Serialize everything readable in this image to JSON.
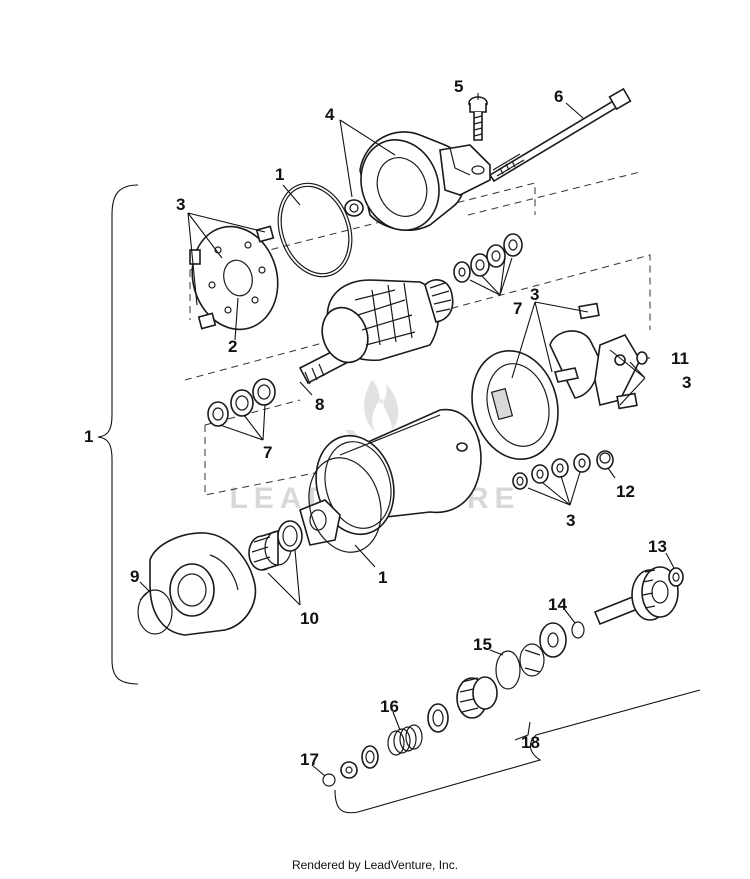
{
  "callouts": {
    "c1a": "1",
    "c1b": "1",
    "c1c": "1",
    "c2": "2",
    "c3a": "3",
    "c3b": "3",
    "c3c": "3",
    "c3d": "3",
    "c4": "4",
    "c5": "5",
    "c6": "6",
    "c7a": "7",
    "c7b": "7",
    "c8": "8",
    "c9": "9",
    "c10": "10",
    "c11": "11",
    "c12": "12",
    "c13": "13",
    "c14": "14",
    "c15": "15",
    "c16": "16",
    "c17": "17",
    "c18": "18"
  },
  "watermark": "LEADVENTURE",
  "footer": "Rendered by LeadVenture, Inc."
}
